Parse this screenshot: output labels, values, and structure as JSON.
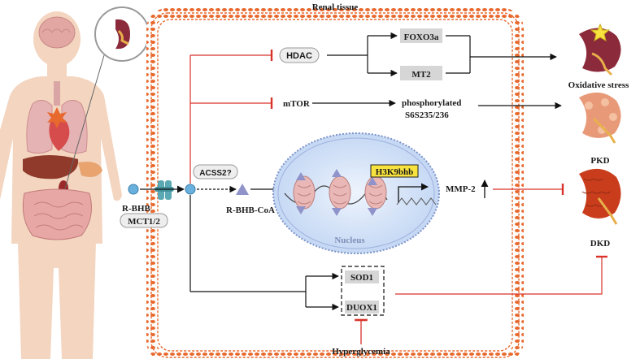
{
  "title": "Renal tissue",
  "labels": {
    "r_bhb": "R-BHB",
    "mct": "MCT1/2",
    "acss2": "ACSS2?",
    "r_bhb_coa": "R-BHB-CoA",
    "hdac": "HDAC",
    "foxo3a": "FOXO3a",
    "mt2": "MT2",
    "mtor": "mTOR",
    "phospho_line1": "phosphorylated",
    "phospho_line2": "S6S235/236",
    "h3k9bhb": "H3K9bhb",
    "mmp2": "MMP-2",
    "nucleus": "Nucleus",
    "sod1": "SOD1",
    "duox1": "DUOX1",
    "hyperglycemia": "Hyperglycemia",
    "oxidative_stress": "Oxidative stress",
    "pkd": "PKD",
    "dkd": "DKD"
  },
  "colors": {
    "membrane": "#e8692e",
    "membrane_light": "#f7c6a9",
    "inhibit": "#d9322b",
    "nucleus_fill": "#cfe0f7",
    "nucleus_border": "#7d93c9",
    "histone": "#e9b7b5",
    "triangle": "#8f93c9",
    "h3k9bhb_bg": "#f7e23e",
    "grey_box": "#d6d6d6",
    "pill_bg": "#eeeeee",
    "skin": "#f3d5c0",
    "kidney": "#8b2a3a",
    "kidney_pkd": "#e89a78",
    "kidney_dkd": "#c93d1c",
    "dot": "#6ab0dc"
  },
  "icons": [
    "human-body-icon",
    "kidney-icon",
    "transporter-icon",
    "histone-icon",
    "dna-icon",
    "star-icon"
  ]
}
